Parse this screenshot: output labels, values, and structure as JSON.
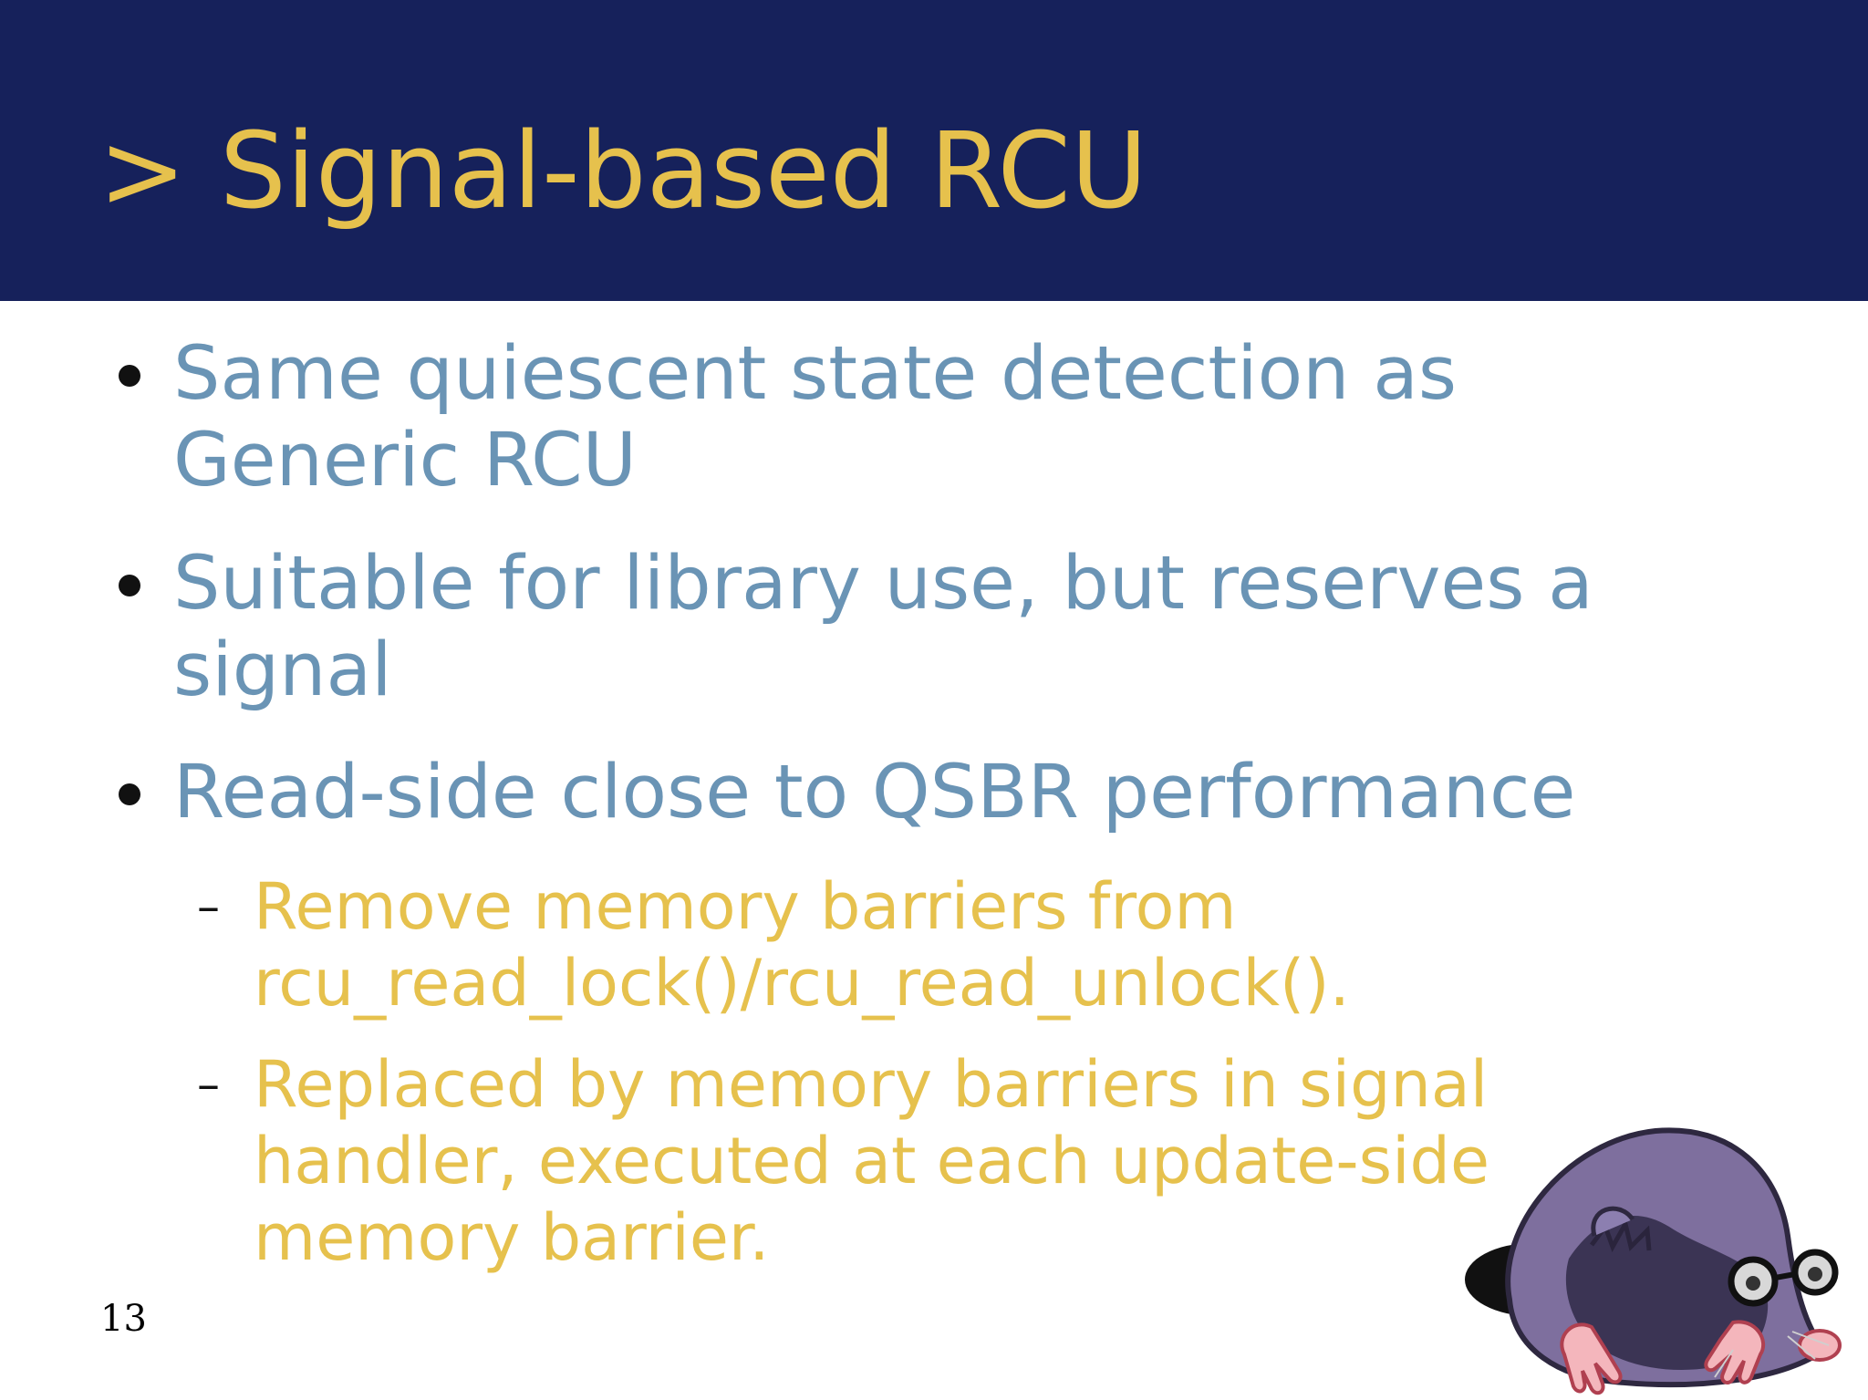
{
  "slide": {
    "title": "> Signal-based RCU",
    "page_number": "13",
    "bullets": [
      {
        "text": "Same quiescent state detection as Generic RCU"
      },
      {
        "text": "Suitable for library use, but reserves a signal"
      },
      {
        "text": "Read-side close to QSBR performance"
      }
    ],
    "sub_bullets": [
      {
        "dash": "–",
        "text": "Remove memory barriers from rcu_read_lock()/rcu_read_unlock()."
      },
      {
        "dash": "–",
        "text": "Replaced by memory barriers in signal handler, executed at each update-side memory barrier."
      }
    ],
    "mascot_icon": "mole-mascot-icon",
    "colors": {
      "header_bg": "#16215b",
      "title": "#e6c14d",
      "bullet_text": "#6a94b5",
      "sub_bullet_text": "#e6c14d"
    }
  }
}
